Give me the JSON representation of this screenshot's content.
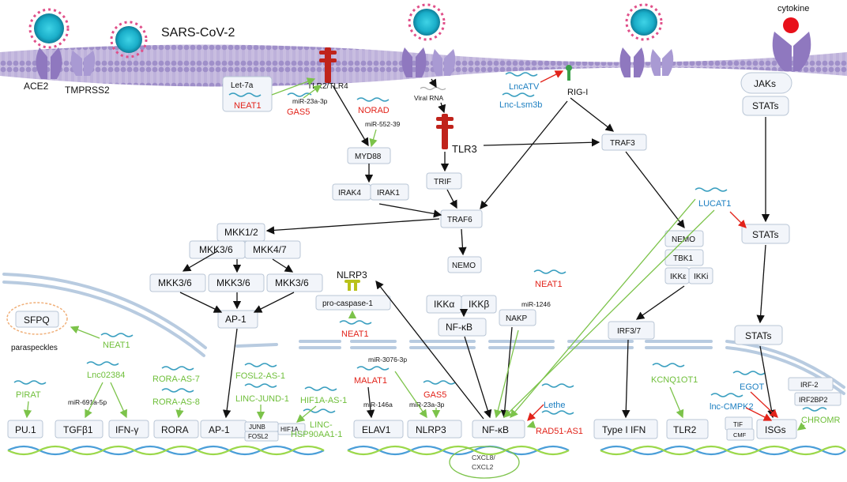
{
  "virus": {
    "label": "SARS-CoV-2"
  },
  "receptors": {
    "ace2": "ACE2",
    "tmprss2": "TMPRSS2",
    "cytokine": "cytokine"
  },
  "left": {
    "let7a": "Let-7a",
    "neat1_a": "NEAT1",
    "tlr24": "TLR2/TLR4",
    "mir23a3p_a": "miR-23a-3p",
    "gas5_a": "GAS5",
    "norad": "NORAD",
    "mir552": "miR-552-39",
    "myd88": "MYD88",
    "irak4": "IRAK4",
    "irak1": "IRAK1",
    "traf6": "TRAF6",
    "mkk12": "MKK1/2",
    "mkk36_top": "MKK3/6",
    "mkk47": "MKK4/7",
    "mkk36_a": "MKK3/6",
    "mkk36_b": "MKK3/6",
    "mkk36_c": "MKK3/6",
    "ap1": "AP-1",
    "sfpq": "SFPQ",
    "paraspeckles": "paraspeckles",
    "neat1_b": "NEAT1"
  },
  "center": {
    "viral_rna": "Viral RNA",
    "tlr3": "TLR3",
    "trif": "TRIF",
    "nlrp3": "NLRP3",
    "pro_caspase": "pro-caspase-1",
    "neat1_c": "NEAT1",
    "nemo": "NEMO",
    "ikka": "IKKα",
    "ikkb": "IKKβ",
    "nfkb": "NF-κB",
    "neat1_d": "NEAT1",
    "mir1246": "miR-1246",
    "nakp": "NAKP"
  },
  "right": {
    "lncatv": "LncATV",
    "lnclsm3b": "Lnc-Lsm3b",
    "rigi": "RIG-I",
    "traf3": "TRAF3",
    "lucat1": "LUCAT1",
    "nemo": "NEMO",
    "tbk1": "TBK1",
    "ikke": "IKKε",
    "ikki": "IKKi",
    "irf37": "IRF3/7",
    "jaks": "JAKs",
    "stats_a": "STATs",
    "stats_b": "STATs",
    "stats_c": "STATs"
  },
  "nucleus": {
    "pirat": "PIRAT",
    "lnc02384": "Lnc02384",
    "mir691": "miR-691a-5p",
    "pu1": "PU.1",
    "tgfb1": "TGFβ1",
    "ifng": "IFN-γ",
    "rora_as7": "RORA-AS-7",
    "rora_as8": "RORA-AS-8",
    "rora": "RORA",
    "fosl2_as1": "FOSL2-AS-1",
    "linc_jund1": "LINC-JUND-1",
    "ap1": "AP-1",
    "junb": "JUNB",
    "fosl2": "FOSL2",
    "hif1a_as1": "HIF1A-AS-1",
    "linc_hsp_1": "LINC-",
    "linc_hsp_2": "HSP90AA1-1",
    "hif1a": "HIF1A",
    "malat1": "MALAT1",
    "mir146a": "miR-146a",
    "mir3076": "miR-3076-3p",
    "gas5": "GAS5",
    "mir23a3p": "miR-23a-3p",
    "elav1": "ELAV1",
    "nlrp3": "NLRP3",
    "nfkb": "NF-κB",
    "lethe": "Lethe",
    "rad51": "RAD51-AS1",
    "cxcl8": "CXCL8/",
    "cxcl2": "CXCL2",
    "type1ifn": "Type I IFN",
    "kcnq1ot1": "KCNQ1OT1",
    "tlr2": "TLR2",
    "egot": "EGOT",
    "lnc_cmpk2": "lnc-CMPK2",
    "tif": "TIF",
    "cmf": "CMF",
    "irf2": "IRF-2",
    "irf2bp2": "IRF2BP2",
    "chromr": "CHROMR",
    "isgs": "ISGs"
  }
}
